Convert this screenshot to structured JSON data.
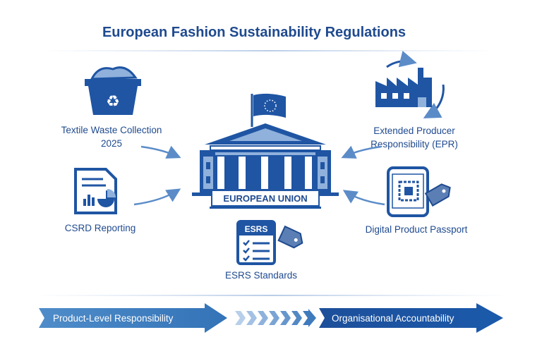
{
  "title": "European Fashion Sustainability Regulations",
  "center": {
    "label": "EUROPEAN UNION",
    "icon": "eu-parliament-building-icon"
  },
  "items": {
    "textile": {
      "line1": "Textile Waste Collection",
      "line2": "2025",
      "icon": "recycling-basket-icon"
    },
    "csrd": {
      "label": "CSRD Reporting",
      "icon": "report-document-icon"
    },
    "esrs": {
      "badge": "ESRS",
      "label": "ESRS Standards",
      "icon": "clipboard-checklist-icon"
    },
    "epr": {
      "line1": "Extended Producer",
      "line2": "Responsibility (EPR)",
      "icon": "factory-cycle-icon"
    },
    "dpp": {
      "label": "Digital Product Passport",
      "icon": "phone-qr-tag-icon"
    }
  },
  "flow": {
    "start": "Product-Level Responsibility",
    "end": "Organisational Accountability"
  },
  "colors": {
    "primary": "#1f55a3",
    "dark": "#1f4a8f",
    "light": "#8fb1dc",
    "arrow": "#5b8cc8"
  }
}
